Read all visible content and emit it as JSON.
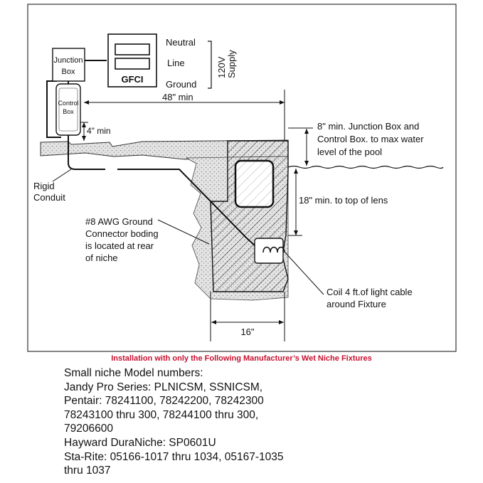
{
  "diagram": {
    "supply": {
      "neutral": "Neutral",
      "line": "Line",
      "ground": "Ground",
      "supply_label": "120V Supply"
    },
    "gfci_label": "GFCI",
    "junction_box_label": "Junction Box",
    "control_box_label": "Control Box",
    "distances": {
      "min_48": "48\" min",
      "min_4": "4\" min",
      "junction_note": "8\" min. Junction Box and Control Box. to max water level of the pool",
      "lens_note": "18\" min. to top of lens",
      "width_16": "16\""
    },
    "rigid_conduit": "Rigid Conduit",
    "ground_note": "#8 AWG Ground Connector boding is located at rear of niche",
    "coil_note": "Coil 4 ft.of light cable around Fixture"
  },
  "footer": {
    "heading": "Installation with only the Following Manufacturer’s Wet Niche Fixtures",
    "lines": [
      "Small niche Model numbers:",
      "Jandy Pro Series: PLNICSM, SSNICSM,",
      "Pentair: 78241100, 78242200, 78242300",
      "78243100 thru 300, 78244100 thru 300,",
      "79206600",
      "Hayward DuraNiche: SP0601U",
      "Sta-Rite: 05166-1017 thru 1034, 05167-1035",
      "thru 1037"
    ]
  }
}
